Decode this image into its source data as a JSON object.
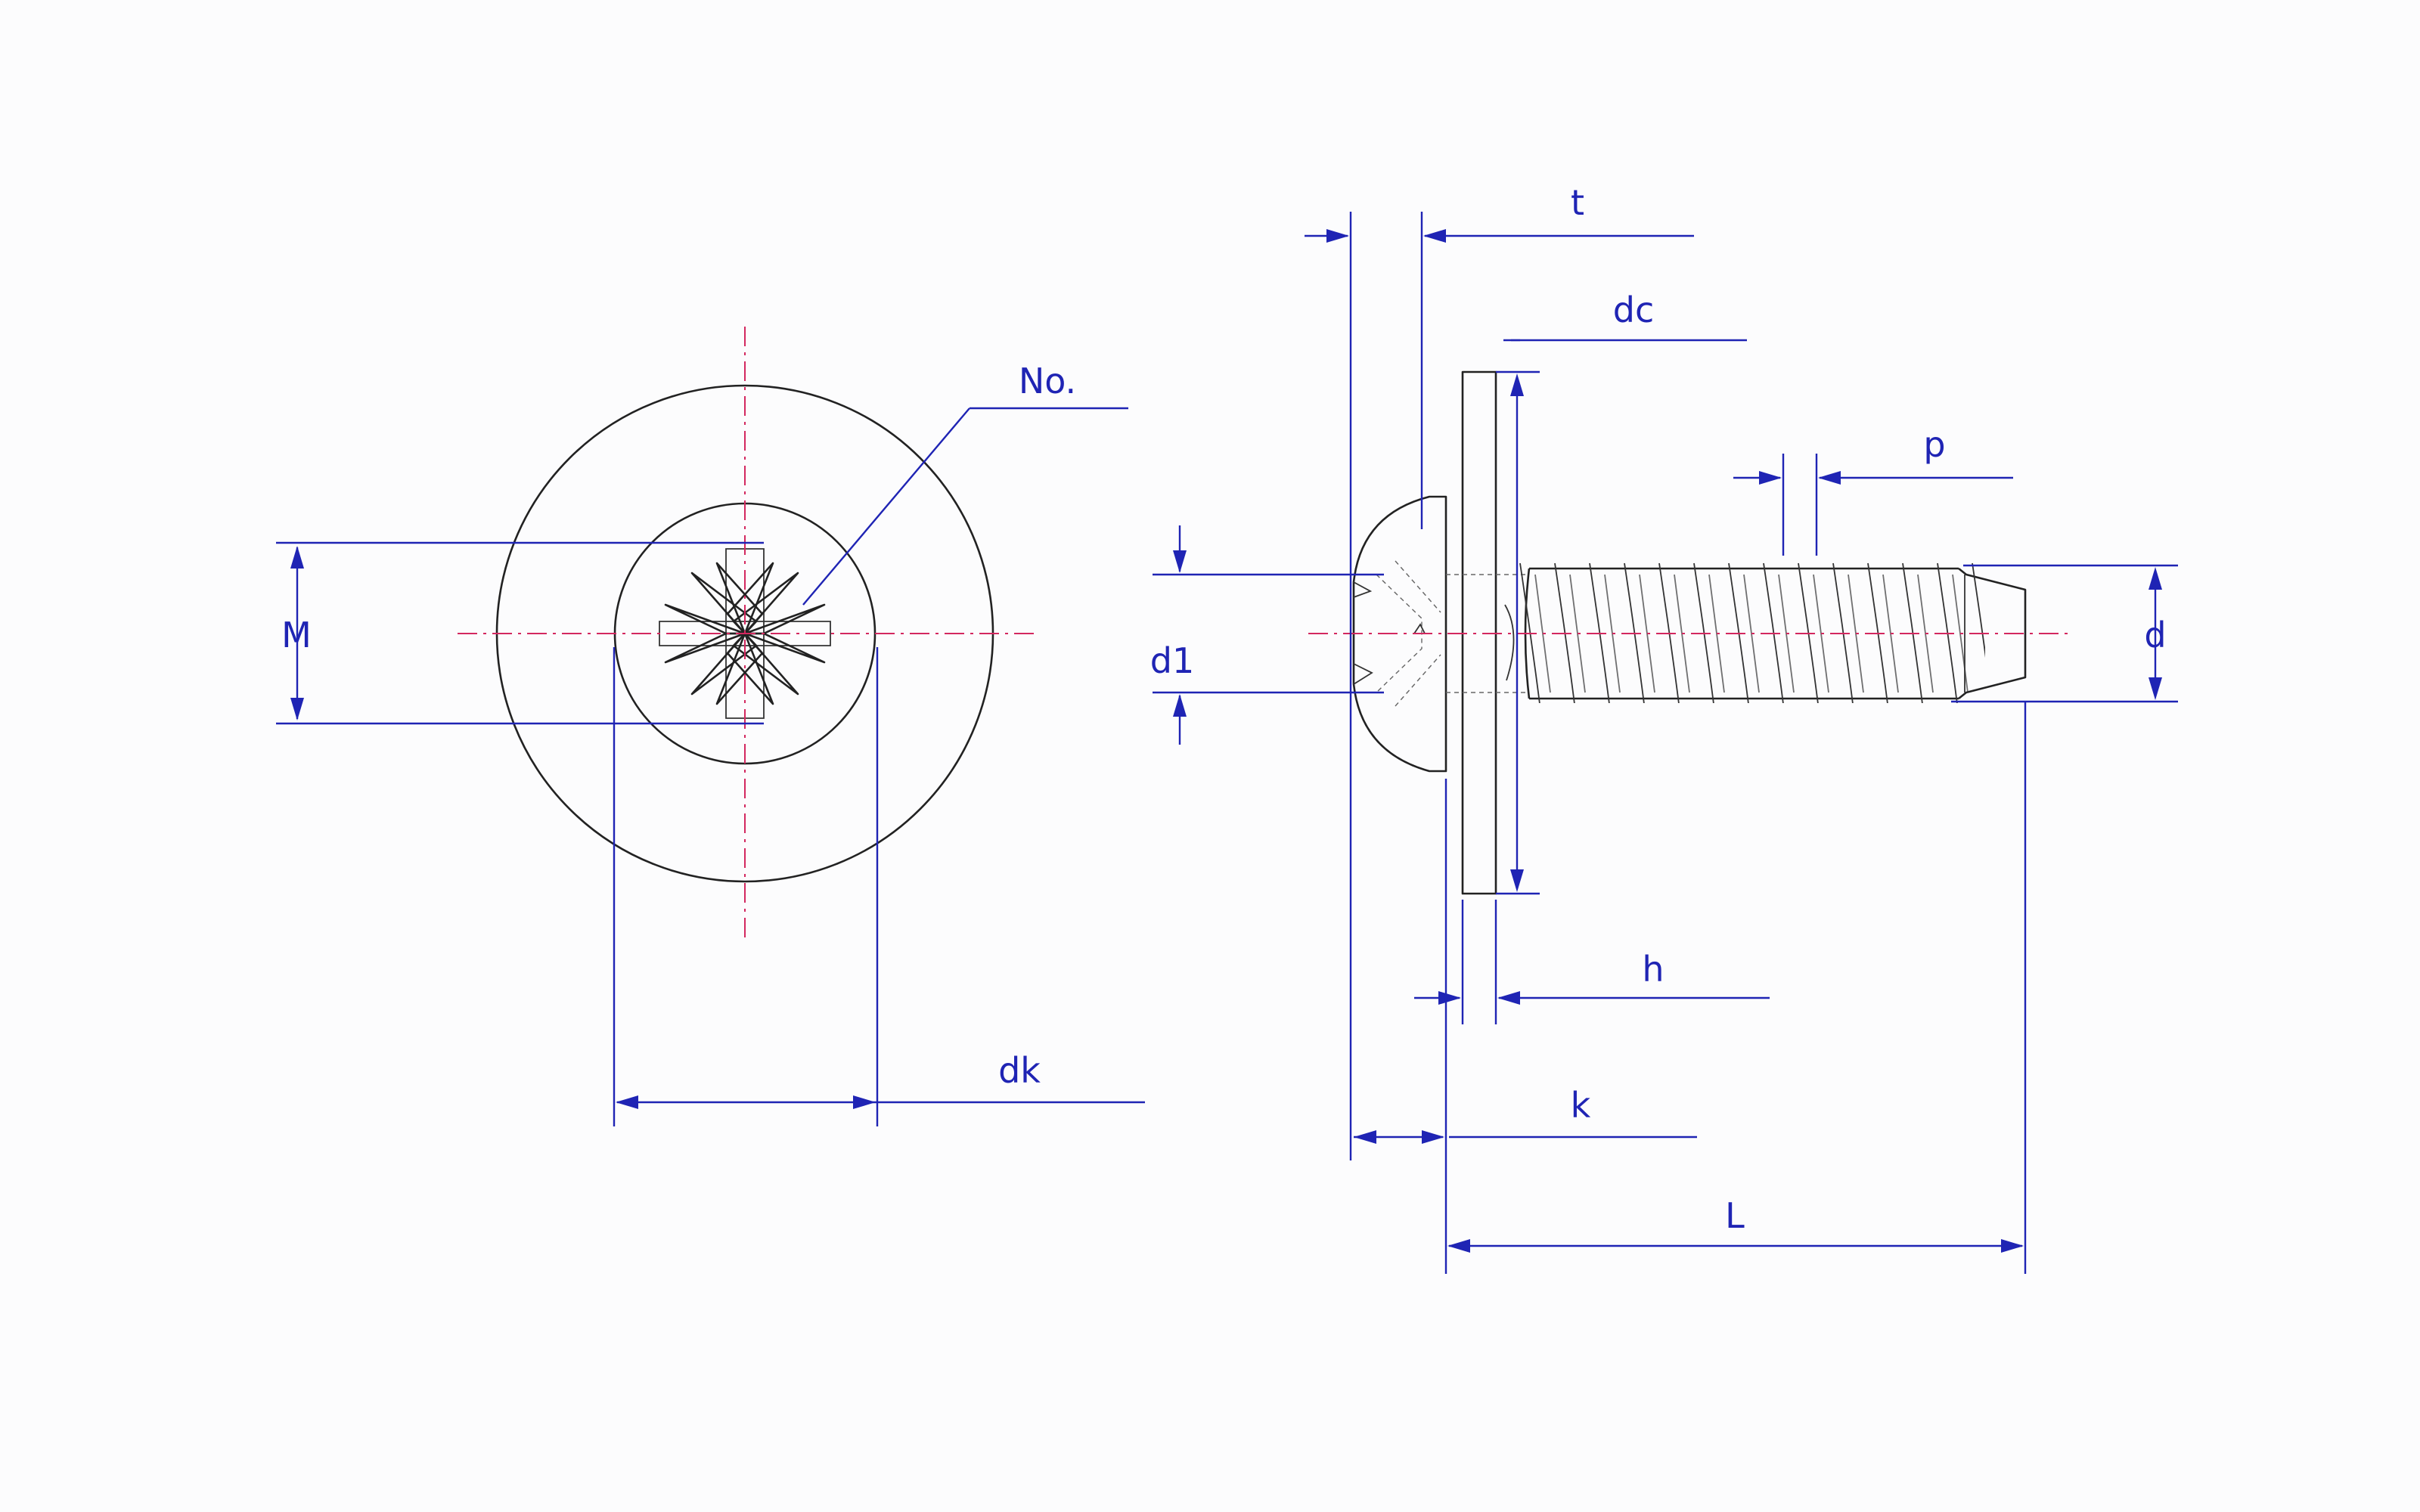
{
  "colors": {
    "dimension": "#1f24b4",
    "centerline": "#d3285f",
    "object": "#222222",
    "background": "#fcfcfd"
  },
  "labels": {
    "no": "No.",
    "M": "M",
    "dk": "dk",
    "t": "t",
    "dc": "dc",
    "p": "p",
    "d": "d",
    "d1": "d1",
    "h": "h",
    "k": "k",
    "L": "L"
  }
}
